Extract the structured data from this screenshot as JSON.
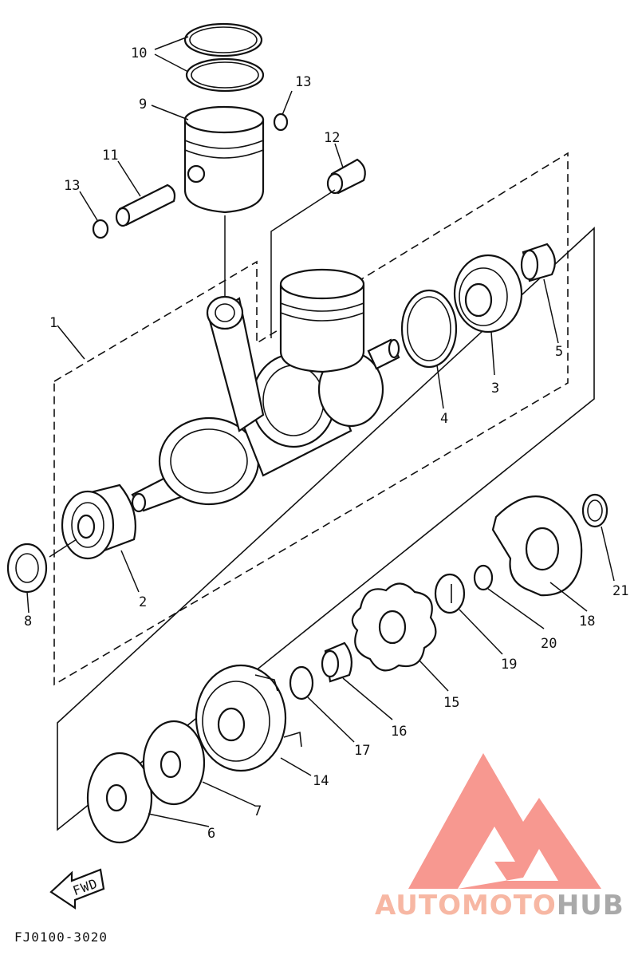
{
  "callouts": [
    "1",
    "2",
    "3",
    "4",
    "5",
    "6",
    "7",
    "8",
    "9",
    "10",
    "11",
    "12",
    "13",
    "13",
    "14",
    "15",
    "16",
    "17",
    "18",
    "19",
    "20",
    "21"
  ],
  "fwd_label": "FWD",
  "figure_code": "FJ0100-3020",
  "watermark": {
    "prefix": "AUTOMOTO",
    "suffix": "HUB",
    "prefix_color": "#f7b7a3",
    "suffix_color": "#a9a9a9",
    "logo_color": "#f6867d"
  }
}
